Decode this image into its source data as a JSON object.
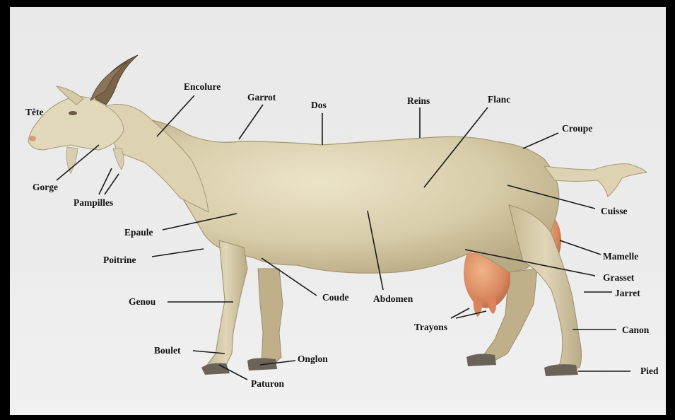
{
  "labels": {
    "tete": "Tête",
    "encolure": "Encolure",
    "garrot": "Garrot",
    "dos": "Dos",
    "reins": "Reins",
    "flanc": "Flanc",
    "croupe": "Croupe",
    "gorge": "Gorge",
    "pampilles": "Pampilles",
    "cuisse": "Cuisse",
    "epaule": "Epaule",
    "mamelle": "Mamelle",
    "poitrine": "Poitrine",
    "grasset": "Grasset",
    "coude": "Coude",
    "abdomen": "Abdomen",
    "jarret": "Jarret",
    "genou": "Genou",
    "trayons": "Trayons",
    "canon": "Canon",
    "boulet": "Boulet",
    "onglon": "Onglon",
    "pied": "Pied",
    "paturon": "Paturon"
  },
  "colors": {
    "body": "#d9cfae",
    "body_shade": "#b9ab86",
    "udder": "#d8875e",
    "horn": "#6e5a3e",
    "hoof": "#6b6258",
    "leader_line": "#1a1a1a"
  }
}
